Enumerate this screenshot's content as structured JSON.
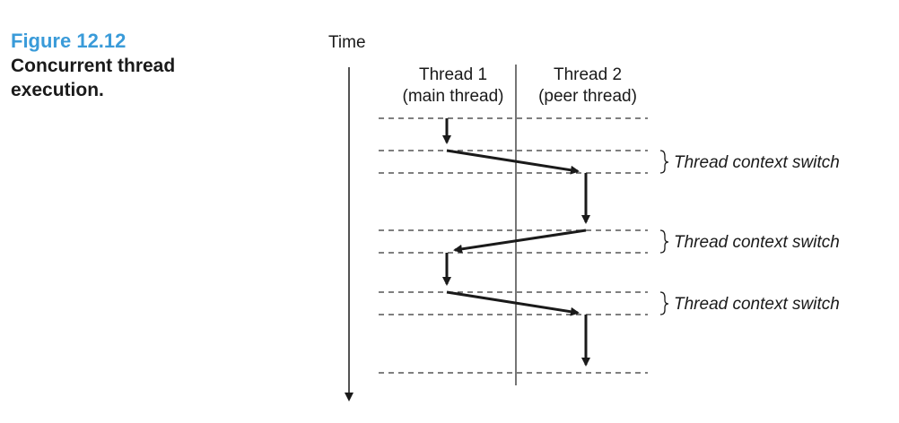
{
  "figure": {
    "number": "Figure 12.12",
    "title": "Concurrent thread execution."
  },
  "diagram": {
    "time_label": "Time",
    "columns": [
      {
        "name": "Thread 1",
        "subtitle": "(main thread)"
      },
      {
        "name": "Thread 2",
        "subtitle": "(peer thread)"
      }
    ],
    "switch_labels": [
      "Thread context switch",
      "Thread context switch",
      "Thread context switch"
    ]
  }
}
